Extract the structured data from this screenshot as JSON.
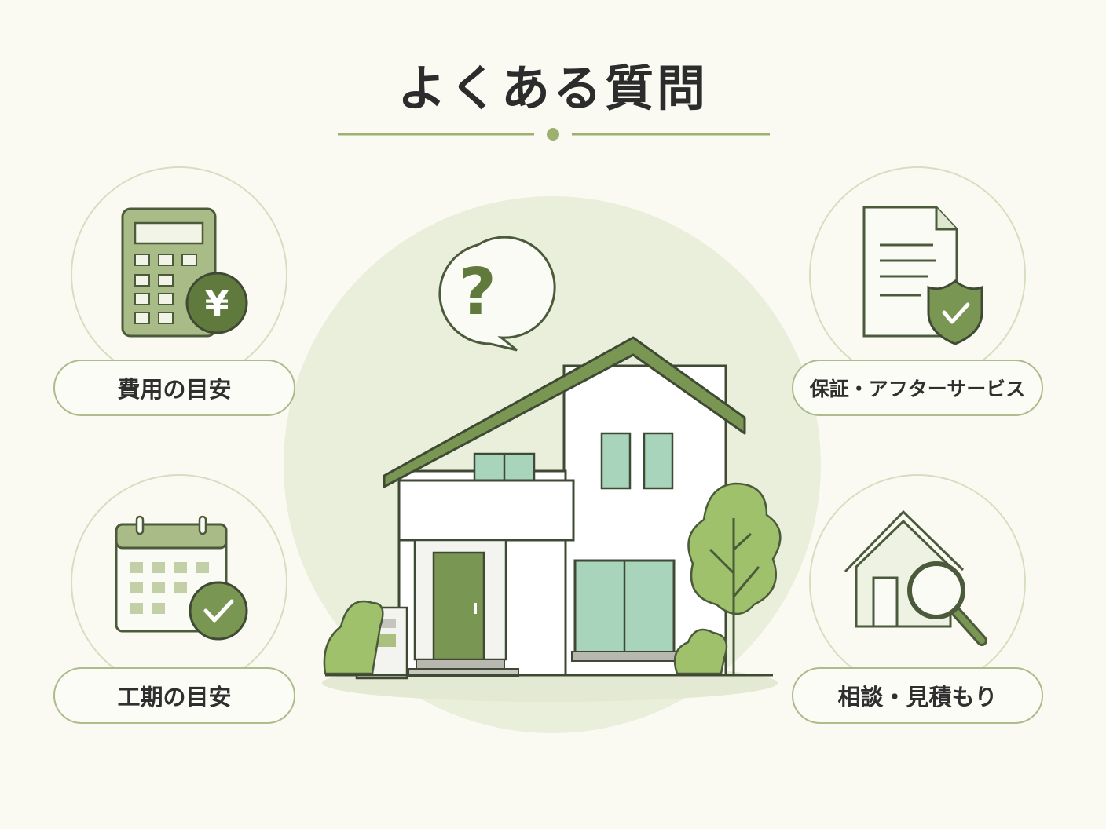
{
  "header": {
    "title": "よくある質問"
  },
  "center": {
    "speech_icon": "question-mark-icon",
    "illustration": "house-illustration"
  },
  "categories": [
    {
      "id": "cost",
      "label": "費用の目安",
      "icon": "calculator-yen-icon"
    },
    {
      "id": "warranty",
      "label": "保証・アフターサービス",
      "icon": "document-shield-icon"
    },
    {
      "id": "schedule",
      "label": "工期の目安",
      "icon": "calendar-check-icon"
    },
    {
      "id": "consult",
      "label": "相談・見積もり",
      "icon": "house-search-icon"
    }
  ],
  "colors": {
    "background": "#fafaf3",
    "accent": "#7a9653",
    "dark_outline": "#4a5a3a",
    "light_green": "#eaefdc",
    "window_green": "#a8d4bc",
    "title": "#2c2c2c"
  }
}
